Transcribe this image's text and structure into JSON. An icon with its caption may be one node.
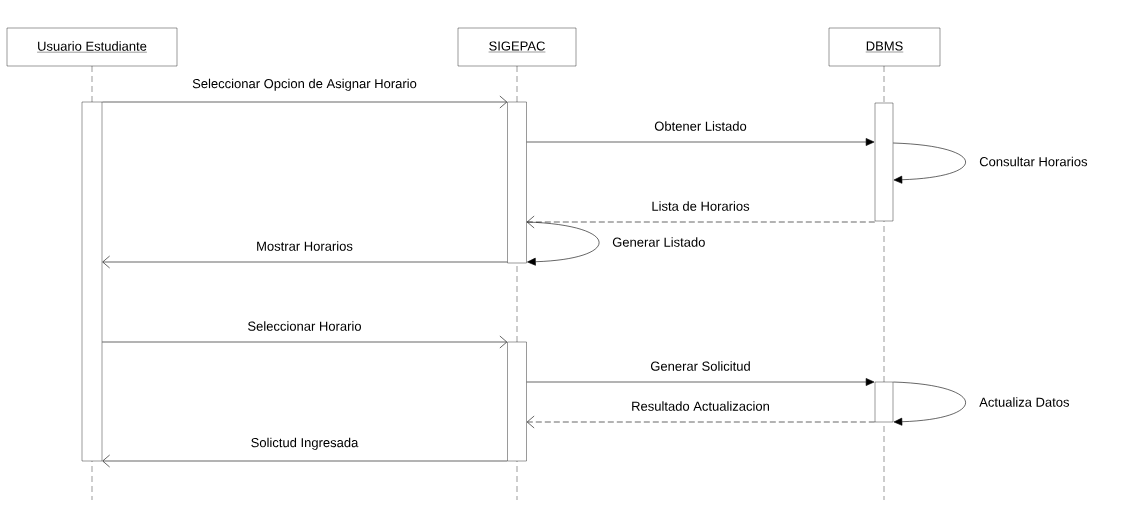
{
  "diagram": {
    "nodes": [
      {
        "text": [
          "Usuario Estudiante"
        ]
      },
      {
        "text": [
          "SIGEPAC"
        ]
      },
      {
        "text": [
          "DBMS"
        ]
      },
      {
        "text": [],
        "shape": "bar"
      },
      {
        "text": [],
        "shape": "bar"
      },
      {
        "text": [],
        "shape": "bar"
      },
      {
        "text": [],
        "shape": "bar"
      },
      {
        "text": [],
        "shape": "bar"
      }
    ],
    "edges": [
      {
        "from": 3,
        "to": 4,
        "arrow": "to",
        "label": "Seleccionar Opcion de Asignar Horario"
      },
      {
        "from": 4,
        "to": 5,
        "arrow": "to",
        "label": "Obtener Listado"
      },
      {
        "from": 5,
        "to": 5,
        "arrow": "to",
        "label": "Consultar Horarios"
      },
      {
        "from": 5,
        "to": 4,
        "arrow": "to",
        "label": "Lista de Horarios",
        "style": "dashed"
      },
      {
        "from": 4,
        "to": 4,
        "arrow": "to",
        "label": "Generar Listado"
      },
      {
        "from": 4,
        "to": 3,
        "arrow": "to",
        "label": "Mostrar Horarios"
      },
      {
        "from": 3,
        "to": 6,
        "arrow": "to",
        "label": "Seleccionar Horario"
      },
      {
        "from": 6,
        "to": 7,
        "arrow": "to",
        "label": "Generar Solicitud"
      },
      {
        "from": 7,
        "to": 7,
        "arrow": "to",
        "label": "Actualiza Datos"
      },
      {
        "from": 7,
        "to": 6,
        "arrow": "to",
        "label": "Resultado Actualizacion",
        "style": "dashed"
      },
      {
        "from": 6,
        "to": 3,
        "arrow": "to",
        "label": "Solictud Ingresada"
      }
    ]
  }
}
